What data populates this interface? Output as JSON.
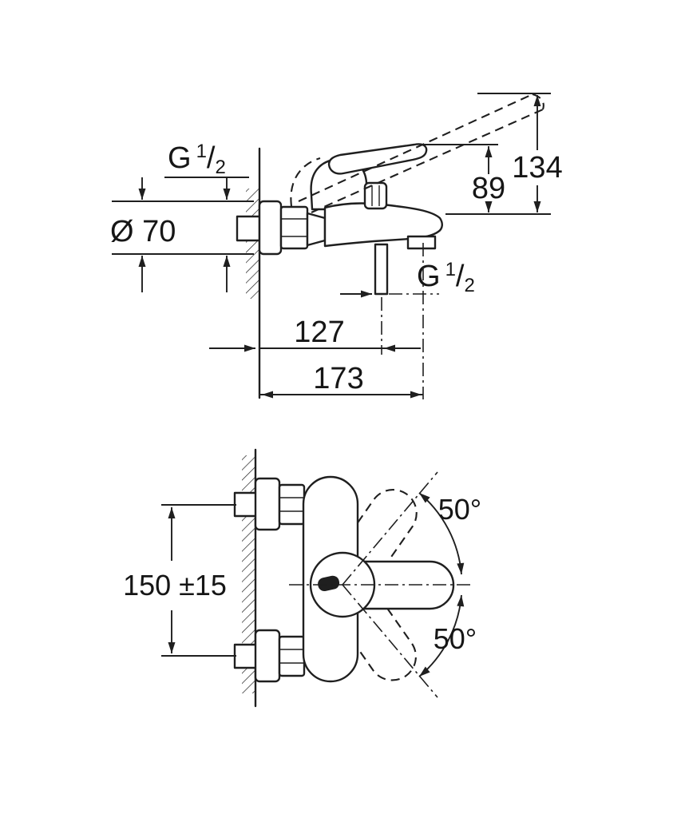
{
  "ink_color": "#1f1f1f",
  "background": "#ffffff",
  "side_view": {
    "thread_top": {
      "g": "G",
      "sup": "1",
      "slash": "/",
      "sub": "2"
    },
    "thread_outlet": {
      "g": "G",
      "sup": "1",
      "slash": "/",
      "sub": "2"
    },
    "dim_diameter": "Ø 70",
    "dim_89": "89",
    "dim_134": "134",
    "dim_127": "127",
    "dim_173": "173"
  },
  "front_view": {
    "dim_spacing": "150 ±15",
    "angle_upper": "50°",
    "angle_lower": "50°"
  }
}
